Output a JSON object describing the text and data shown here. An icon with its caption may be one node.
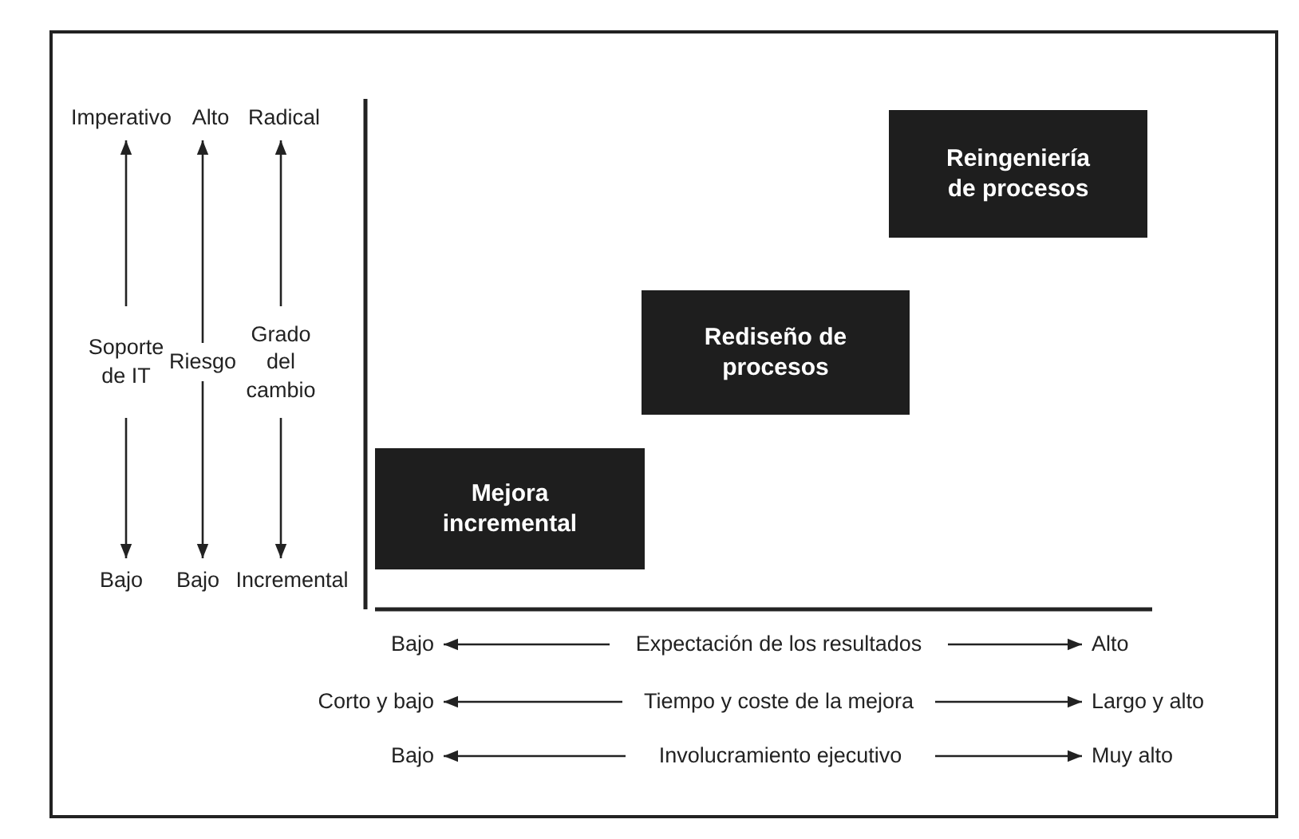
{
  "diagram": {
    "nodes": [
      {
        "text": [
          "Imperativo"
        ]
      },
      {
        "text": [
          "Alto"
        ]
      },
      {
        "text": [
          "Radical"
        ]
      },
      {
        "text": [
          "Reingeniería de procesos"
        ]
      },
      {
        "text": [
          "Soporte de IT"
        ]
      },
      {
        "text": [
          "Riesgo"
        ]
      },
      {
        "text": [
          "Grado del cambio"
        ]
      },
      {
        "text": [
          "Rediseño de procesos"
        ]
      },
      {
        "text": [
          "Mejora incremental"
        ]
      },
      {
        "text": [
          "Bajo"
        ]
      },
      {
        "text": [
          "Bajo"
        ]
      },
      {
        "text": [
          "Incremental"
        ]
      },
      {
        "text": [
          "Bajo"
        ]
      },
      {
        "text": [
          "Expectación de los resultados"
        ]
      },
      {
        "text": [
          "Alto"
        ]
      },
      {
        "text": [
          "Corto y bajo"
        ]
      },
      {
        "text": [
          "Tiempo y coste de la mejora"
        ]
      },
      {
        "text": [
          "Largo y alto"
        ]
      },
      {
        "text": [
          "Bajo"
        ]
      },
      {
        "text": [
          "Involucramiento ejecutivo"
        ]
      },
      {
        "text": [
          "Muy alto"
        ]
      }
    ],
    "edges": [
      {
        "from": 4,
        "to": 0,
        "arrow": "to"
      },
      {
        "from": 5,
        "to": 1,
        "arrow": "to"
      },
      {
        "from": 6,
        "to": 2,
        "arrow": "to"
      },
      {
        "from": 4,
        "to": 9,
        "arrow": "to"
      },
      {
        "from": 5,
        "to": 10,
        "arrow": "to"
      },
      {
        "from": 6,
        "to": 11,
        "arrow": "to"
      },
      {
        "from": 13,
        "to": 12,
        "arrow": "to"
      },
      {
        "from": 13,
        "to": 14,
        "arrow": "to"
      },
      {
        "from": 16,
        "to": 15,
        "arrow": "to"
      },
      {
        "from": 16,
        "to": 17,
        "arrow": "to"
      },
      {
        "from": 19,
        "to": 18,
        "arrow": "to"
      },
      {
        "from": 19,
        "to": 20,
        "arrow": "to"
      }
    ]
  }
}
